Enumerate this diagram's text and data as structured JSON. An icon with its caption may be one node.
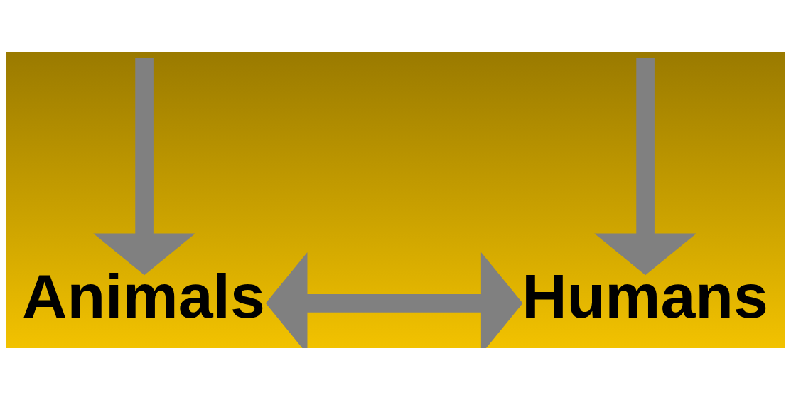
{
  "diagram": {
    "nodes": [
      {
        "text": [
          "Animals"
        ]
      },
      {
        "text": [
          "Humans"
        ]
      }
    ],
    "edges": [
      {
        "from": null,
        "to": 0,
        "arrow": "to"
      },
      {
        "from": null,
        "to": 1,
        "arrow": "to"
      },
      {
        "from": 0,
        "to": 1,
        "arrow": "both"
      }
    ]
  }
}
